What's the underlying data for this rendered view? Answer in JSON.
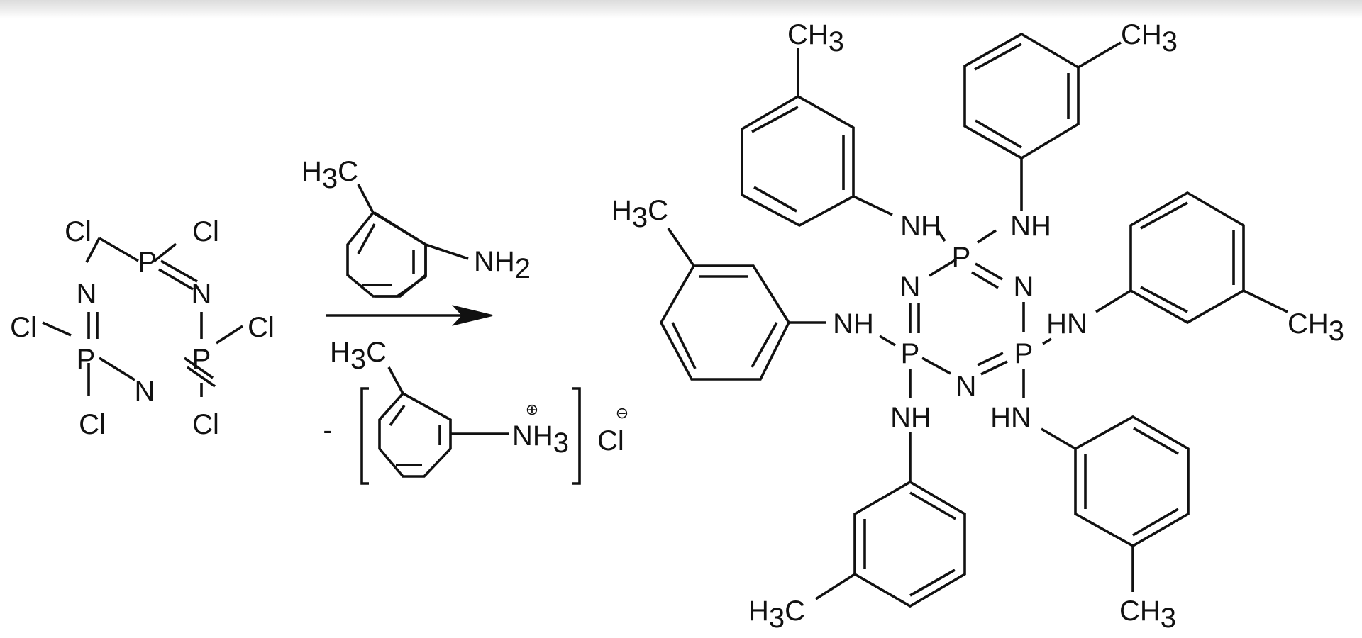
{
  "scheme": {
    "reactant": {
      "p_atoms": [
        "P",
        "P",
        "P"
      ],
      "n_atoms": [
        "N",
        "N",
        "N"
      ],
      "cl_atoms": [
        "Cl",
        "Cl",
        "Cl",
        "Cl",
        "Cl",
        "Cl"
      ]
    },
    "reagent_above_arrow": {
      "methyl": {
        "main": "H",
        "sub": "3",
        "tail": "C"
      },
      "amine": {
        "main": "NH",
        "sub": "2"
      }
    },
    "byproduct_below_arrow": {
      "minus_sign": "-",
      "methyl": {
        "main": "H",
        "sub": "3",
        "tail": "C"
      },
      "ammonium": {
        "main": "NH",
        "sub": "3",
        "charge": "⊕"
      },
      "counterion": {
        "label": "Cl",
        "charge": "⊖"
      }
    },
    "product": {
      "core_p_atoms": [
        "P",
        "P",
        "P"
      ],
      "core_n_atoms": [
        "N",
        "N",
        "N"
      ],
      "nh_labels": [
        "NH",
        "NH",
        "NH",
        "HN",
        "NH",
        "HN"
      ],
      "methyl_labels": [
        {
          "kind": "CH3",
          "main": "CH",
          "sub": "3"
        },
        {
          "kind": "CH3",
          "main": "CH",
          "sub": "3"
        },
        {
          "kind": "H3C",
          "main": "H",
          "sub": "3",
          "tail": "C"
        },
        {
          "kind": "CH3",
          "main": "CH",
          "sub": "3"
        },
        {
          "kind": "H3C",
          "main": "H",
          "sub": "3",
          "tail": "C"
        },
        {
          "kind": "CH3",
          "main": "CH",
          "sub": "3"
        }
      ]
    }
  }
}
